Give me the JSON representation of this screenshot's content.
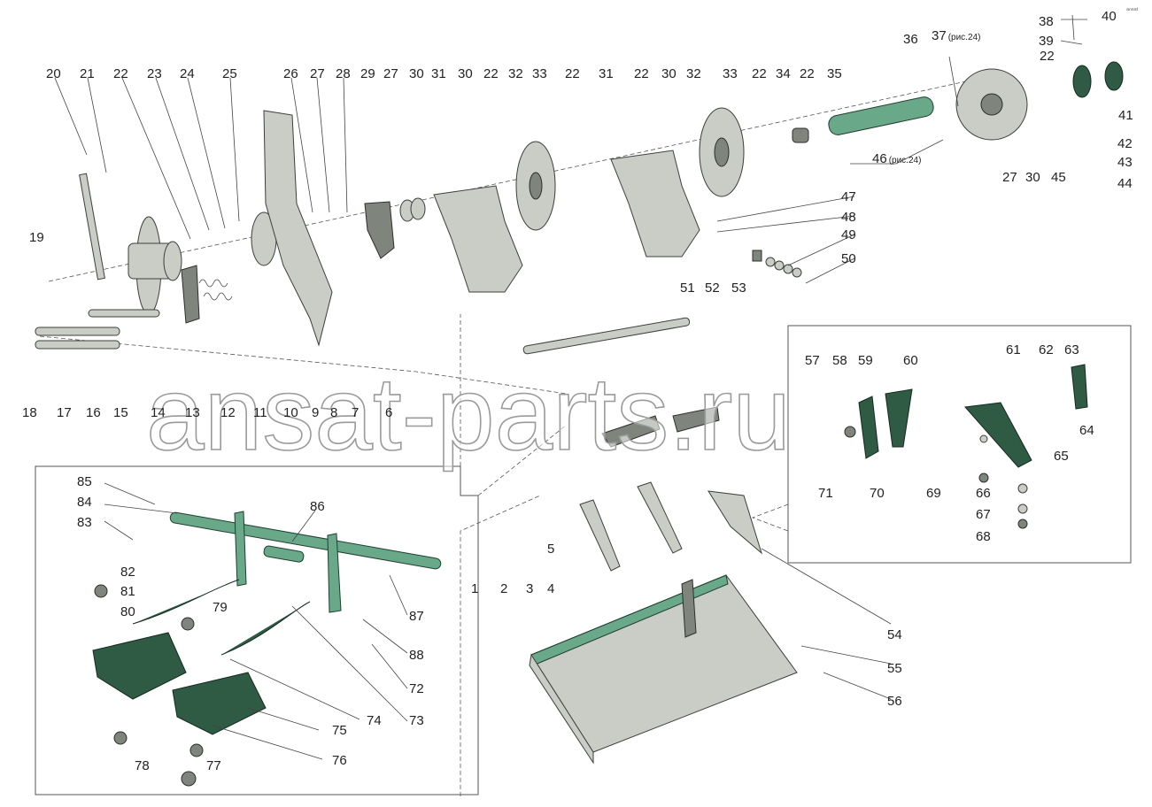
{
  "watermark": "ansat-parts.ru",
  "corner_mark": "ᵃⁿˢᵃᵗ",
  "labels": {
    "l1": "1",
    "l2": "2",
    "l3": "3",
    "l4": "4",
    "l5": "5",
    "l6": "6",
    "l7": "7",
    "l8": "8",
    "l9": "9",
    "l10": "10",
    "l11": "11",
    "l12": "12",
    "l13": "13",
    "l14": "14",
    "l15": "15",
    "l16": "16",
    "l17": "17",
    "l18": "18",
    "l19": "19",
    "l20": "20",
    "l21": "21",
    "l22": "22",
    "l23": "23",
    "l24": "24",
    "l25": "25",
    "l26": "26",
    "l27": "27",
    "l28": "28",
    "l29": "29",
    "l30": "30",
    "l31": "31",
    "l32": "32",
    "l33": "33",
    "l34": "34",
    "l35": "35",
    "l36": "36",
    "l38": "38",
    "l39": "39",
    "l40": "40",
    "l41": "41",
    "l42": "42",
    "l43": "43",
    "l44": "44",
    "l45": "45",
    "l47": "47",
    "l48": "48",
    "l49": "49",
    "l50": "50",
    "l51": "51",
    "l52": "52",
    "l53": "53",
    "l54": "54",
    "l55": "55",
    "l56": "56",
    "l57": "57",
    "l58": "58",
    "l59": "59",
    "l60": "60",
    "l61": "61",
    "l62": "62",
    "l63": "63",
    "l64": "64",
    "l65": "65",
    "l66": "66",
    "l67": "67",
    "l68": "68",
    "l69": "69",
    "l70": "70",
    "l71": "71",
    "l72": "72",
    "l73": "73",
    "l74": "74",
    "l75": "75",
    "l76": "76",
    "l77": "77",
    "l78": "78",
    "l79": "79",
    "l80": "80",
    "l81": "81",
    "l82": "82",
    "l83": "83",
    "l84": "84",
    "l85": "85",
    "l86": "86",
    "l87": "87",
    "l88": "88"
  },
  "refs": {
    "r37_num": "37",
    "r37_note": "(рис.24)",
    "r46_num": "46",
    "r46_note": "(рис.24)"
  }
}
